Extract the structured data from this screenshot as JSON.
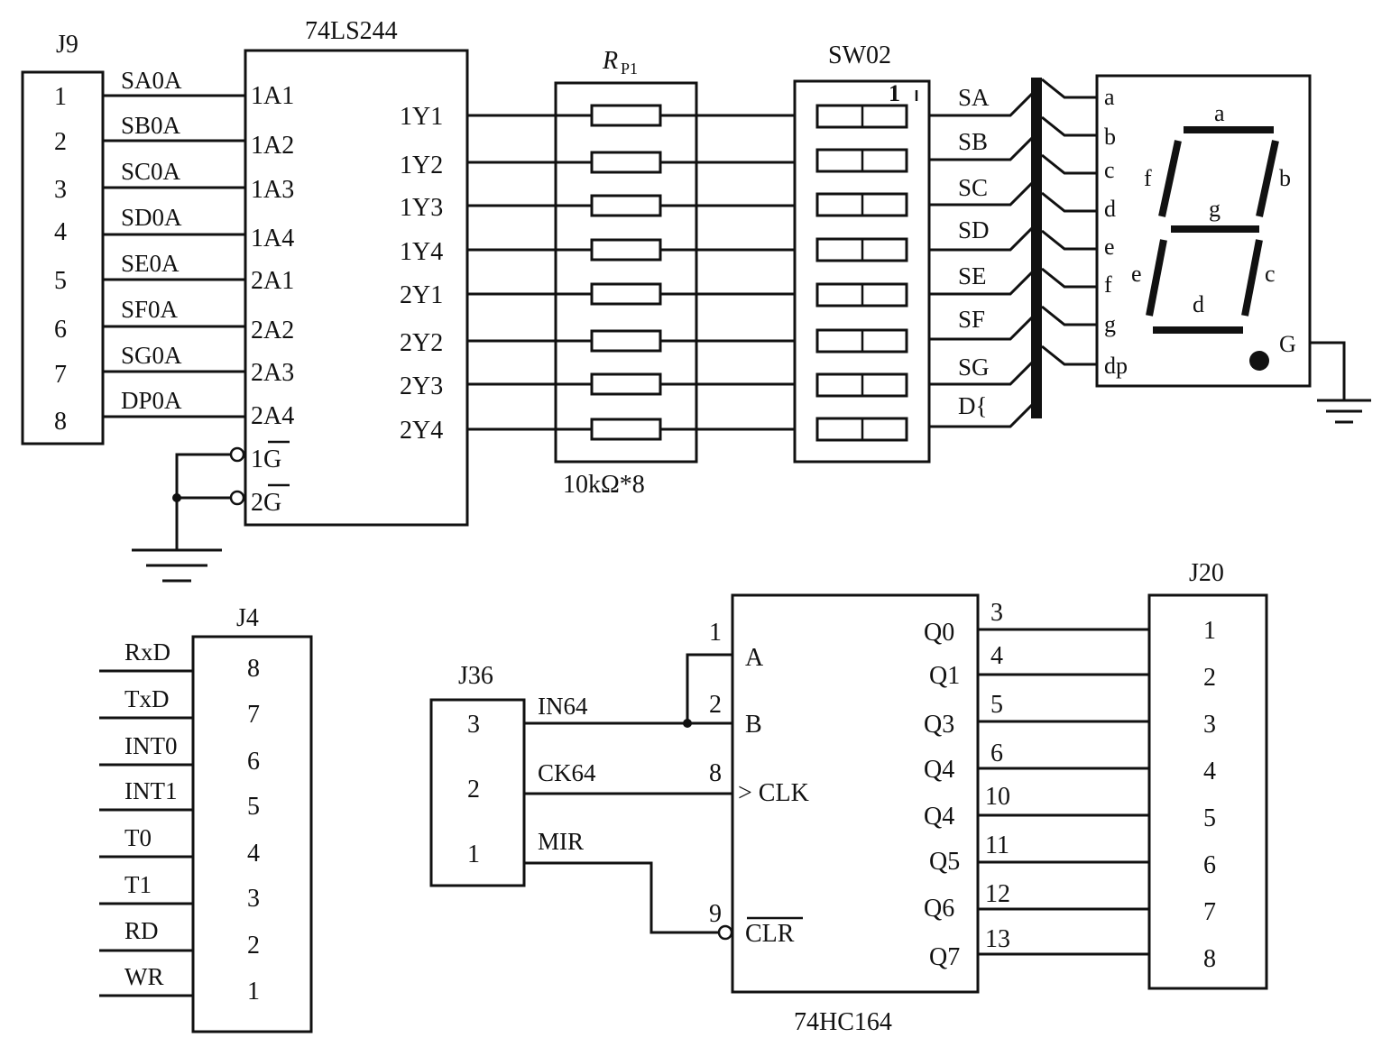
{
  "j9": {
    "title": "J9",
    "pins": [
      "1",
      "2",
      "3",
      "4",
      "5",
      "6",
      "7",
      "8"
    ],
    "nets": [
      "SA0A",
      "SB0A",
      "SC0A",
      "SD0A",
      "SE0A",
      "SF0A",
      "SG0A",
      "DP0A"
    ]
  },
  "u74ls244": {
    "title": "74LS244",
    "inputs": [
      "1A1",
      "1A2",
      "1A3",
      "1A4",
      "2A1",
      "2A2",
      "2A3",
      "2A4"
    ],
    "outputs": [
      "1Y1",
      "1Y2",
      "1Y3",
      "1Y4",
      "2Y1",
      "2Y2",
      "2Y3",
      "2Y4"
    ],
    "enables": [
      "1G",
      "2G"
    ]
  },
  "rp1": {
    "title_main": "R",
    "title_sub": "P1",
    "value": "10kΩ*8"
  },
  "sw02": {
    "title": "SW02",
    "marker": "1",
    "nets": [
      "SA",
      "SB",
      "SC",
      "SD",
      "SE",
      "SF",
      "SG",
      "D{"
    ]
  },
  "seg_display": {
    "pins": [
      "a",
      "b",
      "c",
      "d",
      "e",
      "f",
      "g",
      "dp"
    ],
    "segment_labels": {
      "a": "a",
      "b": "b",
      "c": "c",
      "d": "d",
      "e": "e",
      "f": "f",
      "g": "g"
    },
    "common": "G"
  },
  "j4": {
    "title": "J4",
    "pins": [
      "8",
      "7",
      "6",
      "5",
      "4",
      "3",
      "2",
      "1"
    ],
    "nets": [
      "RxD",
      "TxD",
      "INT0",
      "INT1",
      "T0",
      "T1",
      "RD",
      "WR"
    ]
  },
  "j36": {
    "title": "J36",
    "pins": [
      "3",
      "2",
      "1"
    ],
    "nets": [
      "IN64",
      "CK64",
      "MIR"
    ]
  },
  "u74hc164": {
    "title": "74HC164",
    "inputs": [
      {
        "num": "1",
        "name": "A"
      },
      {
        "num": "2",
        "name": "B"
      },
      {
        "num": "8",
        "name": "> CLK"
      },
      {
        "num": "9",
        "name": "CLR"
      }
    ],
    "outputs": [
      {
        "name": "Q0",
        "num": "3"
      },
      {
        "name": "Q1",
        "num": "4"
      },
      {
        "name": "Q3",
        "num": "5"
      },
      {
        "name": "Q4",
        "num": "6"
      },
      {
        "name": "Q4",
        "num": "10"
      },
      {
        "name": "Q5",
        "num": "11"
      },
      {
        "name": "Q6",
        "num": "12"
      },
      {
        "name": "Q7",
        "num": "13"
      }
    ]
  },
  "j20": {
    "title": "J20",
    "pins": [
      "1",
      "2",
      "3",
      "4",
      "5",
      "6",
      "7",
      "8"
    ]
  }
}
